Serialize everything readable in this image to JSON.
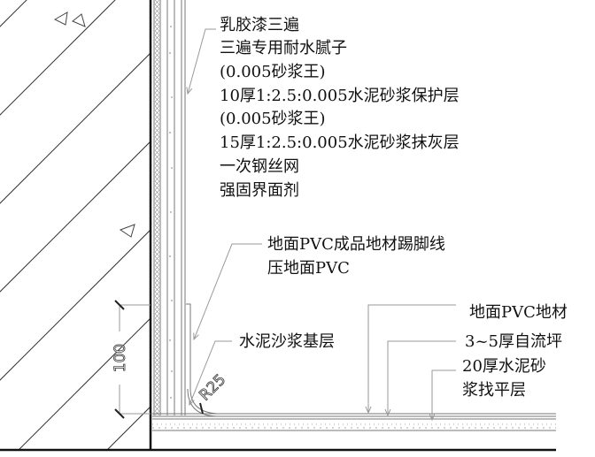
{
  "wall_labels": [
    "乳胶漆三遍",
    "三遍专用耐水腻子",
    "(0.005砂浆王)",
    "10厚1:2.5:0.005水泥砂浆保护层",
    "(0.005砂浆王)",
    "15厚1:2.5:0.005水泥砂浆抹灰层",
    "一次钢丝网",
    "强固界面剂"
  ],
  "skirting_labels": [
    "地面PVC成品地材踢脚线",
    "压地面PVC"
  ],
  "base_label": "水泥沙浆基层",
  "floor_labels": {
    "pvc": "地面PVC地材",
    "self_level": "3~5厚自流坪",
    "screed_1": "20厚水泥砂",
    "screed_2": "浆找平层"
  },
  "dimension": "100",
  "radius": "R25"
}
